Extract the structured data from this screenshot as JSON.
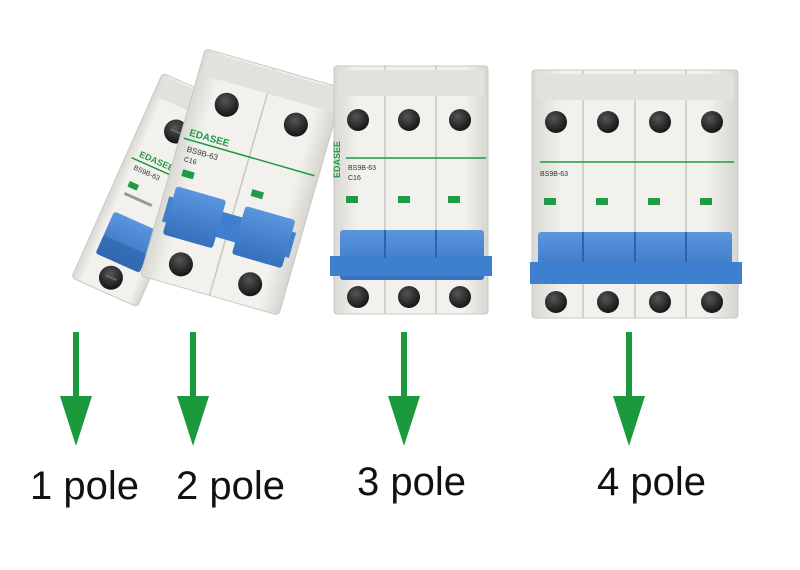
{
  "brand": "EDASEE",
  "model": "BS9B-63",
  "rating": "C16",
  "colors": {
    "housing": "#ecebe6",
    "housing_shade": "#d4d3cd",
    "toggle_blue": "#3f7fcf",
    "toggle_blue_dark": "#2d63a8",
    "arrow_green": "#1a9a3c",
    "brand_green": "#1f9a46",
    "screw": "#1e1e1e"
  },
  "breakers": [
    {
      "label": "1 pole",
      "poles": 1,
      "arrow_icon": "arrow-down-icon"
    },
    {
      "label": "2 pole",
      "poles": 2,
      "arrow_icon": "arrow-down-icon"
    },
    {
      "label": "3 pole",
      "poles": 3,
      "arrow_icon": "arrow-down-icon"
    },
    {
      "label": "4 pole",
      "poles": 4,
      "arrow_icon": "arrow-down-icon"
    }
  ]
}
